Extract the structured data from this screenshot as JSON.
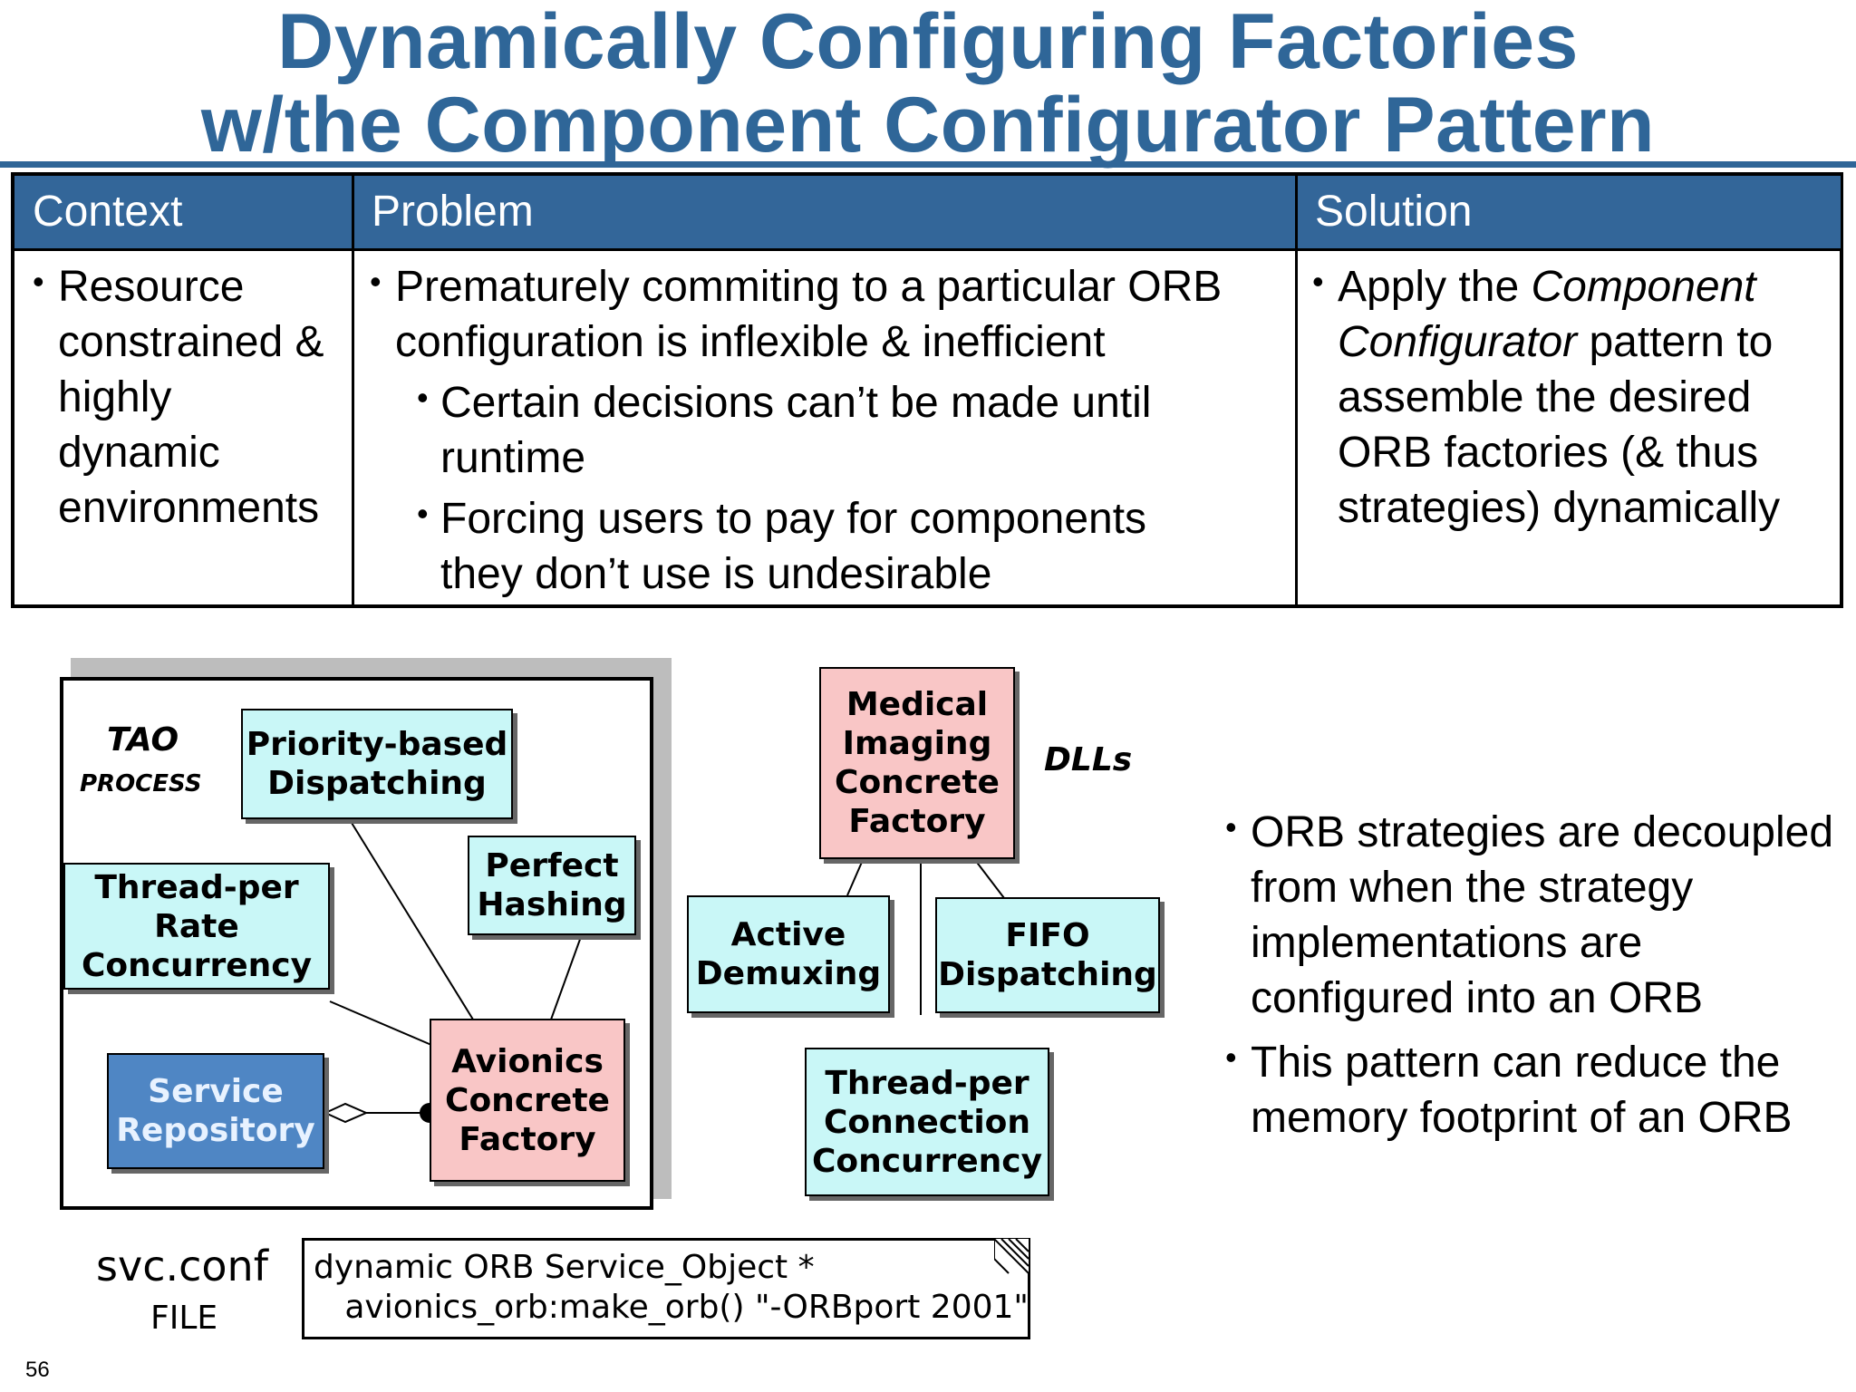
{
  "title": {
    "line1": "Dynamically Configuring Factories",
    "line2": "w/the Component Configurator Pattern"
  },
  "table": {
    "headers": [
      "Context",
      "Problem",
      "Solution"
    ],
    "context": "Resource constrained & highly dynamic environments",
    "problem": {
      "main": "Prematurely commiting to a particular ORB configuration is inflexible & inefficient",
      "sub": [
        "Certain decisions can’t be made until runtime",
        "Forcing users to pay for components they don’t use is undesirable"
      ]
    },
    "solution": {
      "pre": "Apply the ",
      "italic": "Component Configurator",
      "post": " pattern to assemble the desired ORB factories (& thus strategies) dynamically"
    }
  },
  "diagram": {
    "tao_label": "TAO",
    "process_label": "PROCESS",
    "dlls_label": "DLLs",
    "boxes": {
      "priority_dispatching": "Priority-based\nDispatching",
      "perfect_hashing": "Perfect\nHashing",
      "thread_per_rate": "Thread-per\nRate\nConcurrency",
      "service_repository": "Service\nRepository",
      "avionics_factory": "Avionics\nConcrete\nFactory",
      "medical_factory": "Medical\nImaging\nConcrete\nFactory",
      "active_demuxing": "Active\nDemuxing",
      "fifo_dispatching": "FIFO\nDispatching",
      "thread_per_connection": "Thread-per\nConnection\nConcurrency"
    },
    "svc_conf_label": "svc.conf",
    "file_label": "FILE",
    "svc_conf_text": "dynamic ORB Service_Object *\n   avionics_orb:make_orb() \"-ORBport 2001\""
  },
  "right_bullets": [
    "ORB strategies are decoupled from when the strategy implementations are configured into an ORB",
    "This pattern can reduce the memory footprint of an ORB"
  ],
  "page_number": "56",
  "colors": {
    "title_blue": "#2f6698",
    "header_blue": "#336699",
    "cyan_box": "#c9f7f7",
    "pink_box": "#f9c6c6",
    "repository_blue": "#4f86c4"
  }
}
